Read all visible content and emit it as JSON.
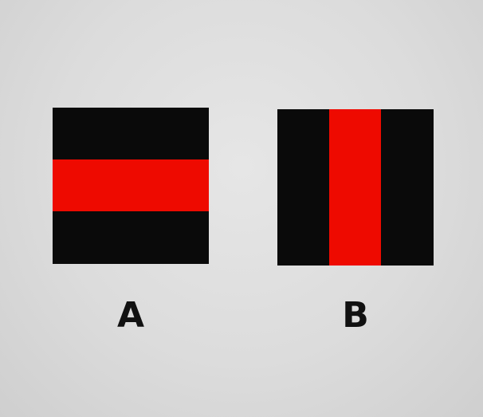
{
  "colors": {
    "background": "#dcdcdc",
    "square": "#0a0a0a",
    "stripe": "#ee0a00",
    "label": "#111111"
  },
  "figures": [
    {
      "label": "A",
      "stripe_orientation": "horizontal"
    },
    {
      "label": "B",
      "stripe_orientation": "vertical"
    }
  ]
}
